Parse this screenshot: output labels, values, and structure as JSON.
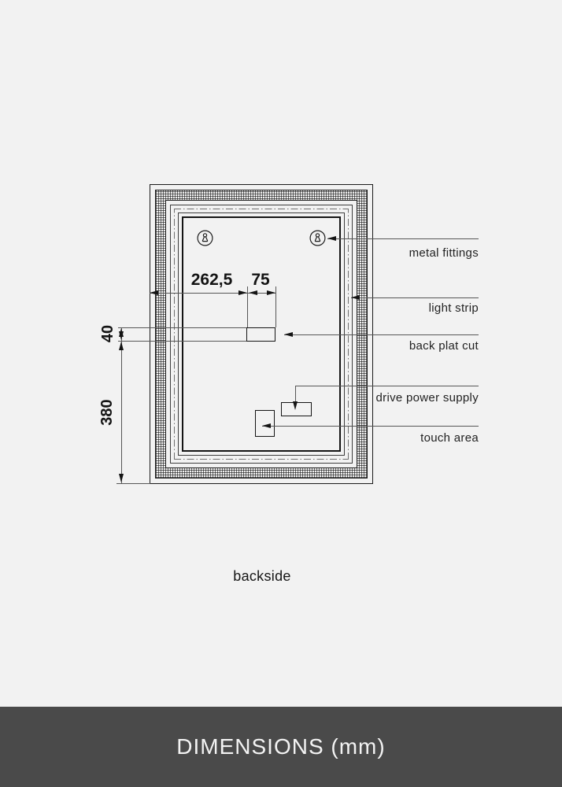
{
  "caption": "backside",
  "footer": {
    "label": "DIMENSIONS (mm)"
  },
  "dimensions": {
    "horizontal": [
      {
        "value": "262,5"
      },
      {
        "value": "75"
      }
    ],
    "vertical": [
      {
        "value": "40"
      },
      {
        "value": "380"
      }
    ]
  },
  "callouts": [
    {
      "id": "metal-fittings",
      "label": "metal fittings"
    },
    {
      "id": "light-strip",
      "label": "light strip"
    },
    {
      "id": "back-plat-cut",
      "label": "back plat cut"
    },
    {
      "id": "drive-power-supply",
      "label": "drive power supply"
    },
    {
      "id": "touch-area",
      "label": "touch area"
    }
  ],
  "colors": {
    "footer_bar": "#4a4a4a",
    "frame": "#1a1a1a",
    "line": "#565656"
  }
}
